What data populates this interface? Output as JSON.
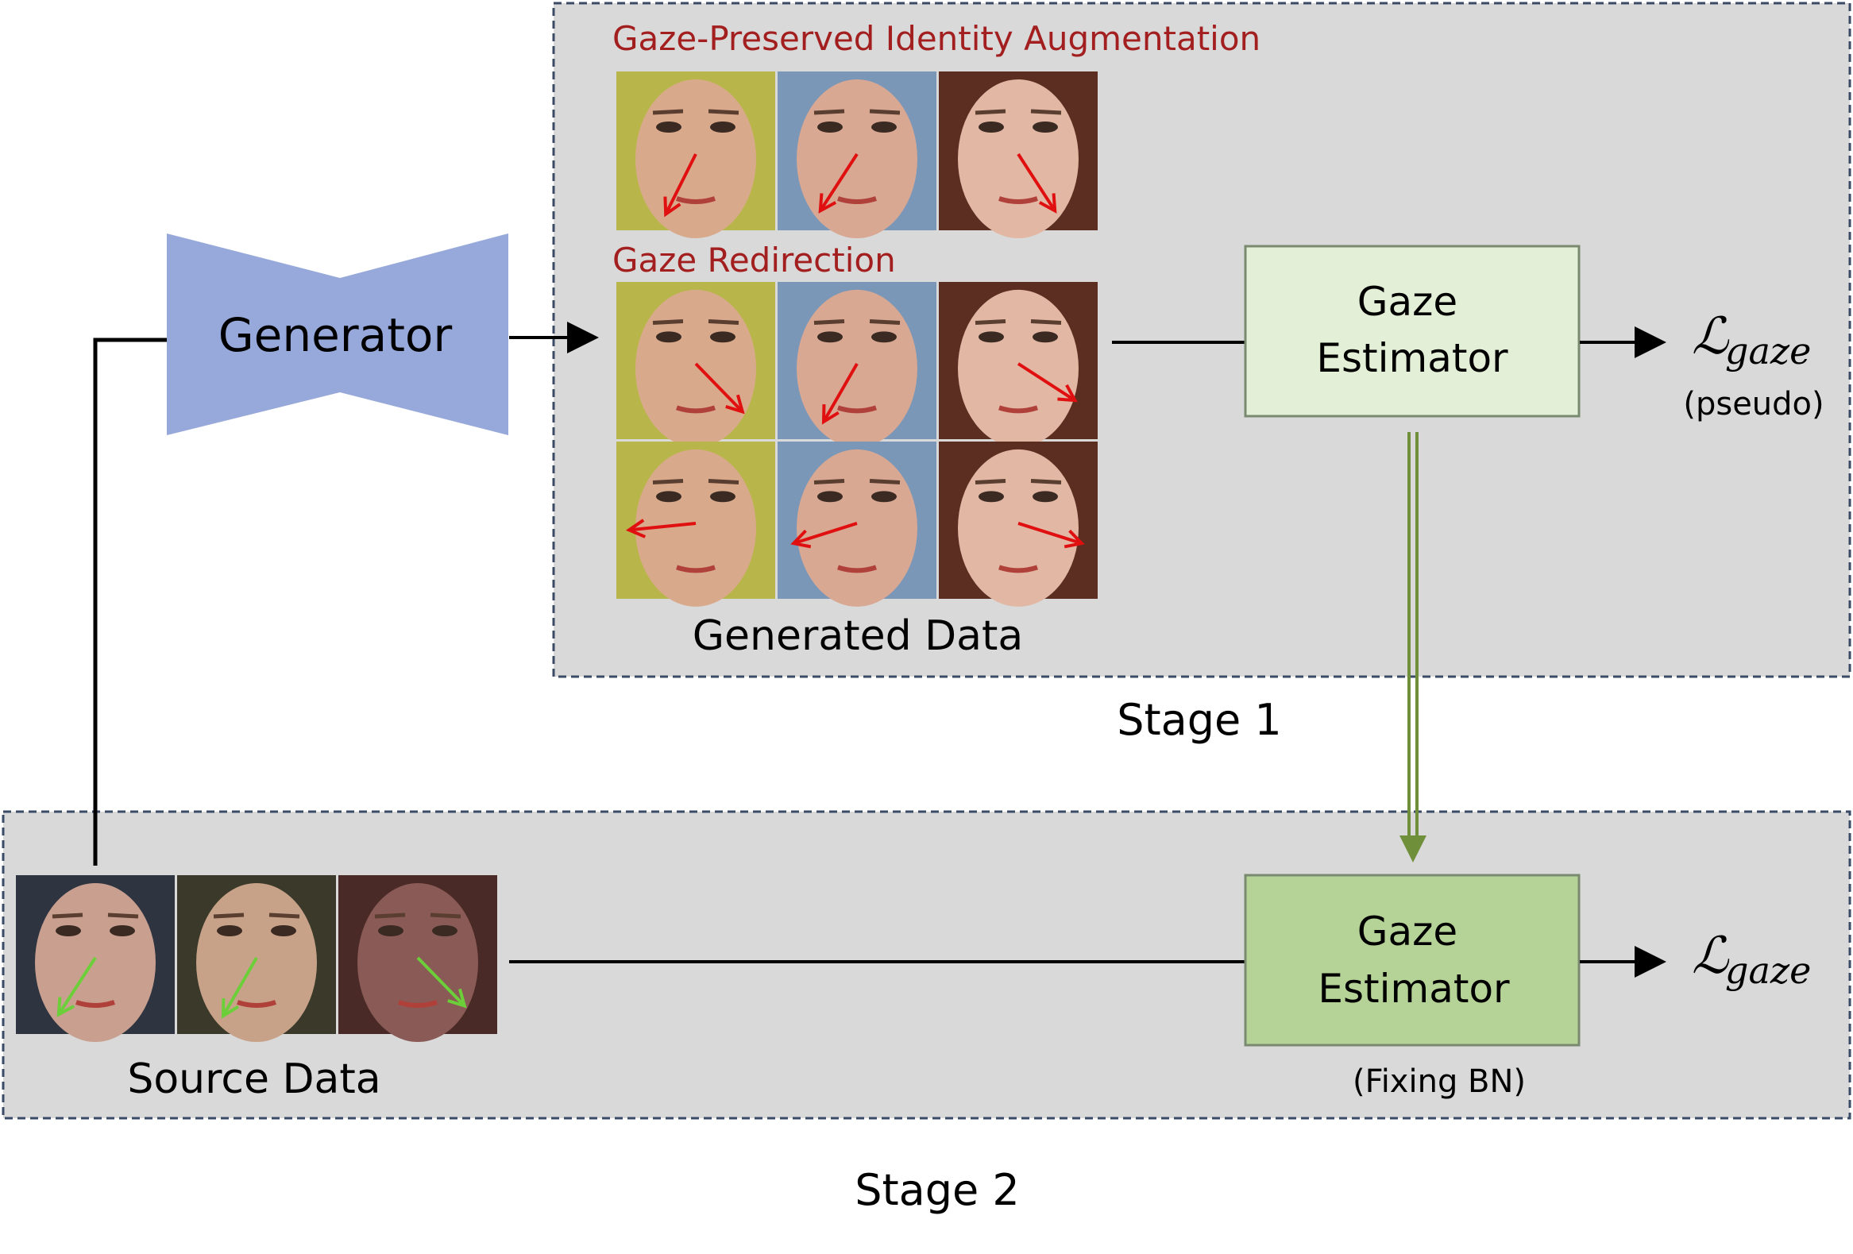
{
  "stage1": {
    "label": "Stage 1",
    "augment_title": "Gaze-Preserved Identity Augmentation",
    "redirect_title": "Gaze Redirection",
    "generated_label": "Generated Data"
  },
  "stage2": {
    "label": "Stage 2",
    "source_label": "Source Data",
    "fix_note": "(Fixing BN)"
  },
  "generator": {
    "label": "Generator"
  },
  "estimator_top": {
    "line1": "Gaze",
    "line2": "Estimator"
  },
  "estimator_bottom": {
    "line1": "Gaze",
    "line2": "Estimator"
  },
  "loss_top": {
    "symbol": "ℒ",
    "subscript": "gaze",
    "note": "(pseudo)"
  },
  "loss_bottom": {
    "symbol": "ℒ",
    "subscript": "gaze"
  },
  "colors": {
    "panel_fill": "#d9d9d9",
    "panel_border": "#3b4a66",
    "generator": "#97a8da",
    "estimator_top_fill": "#e3efd6",
    "estimator_bottom_fill": "#b5d297",
    "estimator_border": "#7a8a70",
    "share_arrow": "#6f8f3a",
    "title_red": "#a31e1e",
    "gaze_red": "#e01010",
    "gaze_green": "#6ccf3a"
  },
  "faces": {
    "augment_row": [
      {
        "name": "face-woman-a",
        "skin": "#d9a98c",
        "bg": "#b8b64a",
        "dir": [
          -0.45,
          0.9
        ]
      },
      {
        "name": "face-man",
        "skin": "#d8a893",
        "bg": "#7b97b8",
        "dir": [
          -0.55,
          0.85
        ]
      },
      {
        "name": "face-woman-b",
        "skin": "#e2b7a4",
        "bg": "#5c2e22",
        "dir": [
          0.55,
          0.85
        ]
      }
    ],
    "redirect_row1": [
      {
        "name": "face-woman-a",
        "skin": "#d9a98c",
        "bg": "#b8b64a",
        "dir": [
          0.7,
          0.72
        ]
      },
      {
        "name": "face-man",
        "skin": "#d8a893",
        "bg": "#7b97b8",
        "dir": [
          -0.5,
          0.87
        ]
      },
      {
        "name": "face-woman-b",
        "skin": "#e2b7a4",
        "bg": "#5c2e22",
        "dir": [
          0.85,
          0.55
        ]
      }
    ],
    "redirect_row2": [
      {
        "name": "face-woman-a",
        "skin": "#d9a98c",
        "bg": "#b8b64a",
        "dir": [
          -1,
          0.1
        ]
      },
      {
        "name": "face-man",
        "skin": "#d8a893",
        "bg": "#7b97b8",
        "dir": [
          -0.95,
          0.3
        ]
      },
      {
        "name": "face-woman-b",
        "skin": "#e2b7a4",
        "bg": "#5c2e22",
        "dir": [
          0.95,
          0.3
        ]
      }
    ],
    "source_row": [
      {
        "name": "face-source-a",
        "skin": "#c9a08f",
        "bg": "#2e3440",
        "dir": [
          -0.55,
          0.85
        ]
      },
      {
        "name": "face-source-b",
        "skin": "#c7a289",
        "bg": "#3b3a2a",
        "dir": [
          -0.5,
          0.87
        ]
      },
      {
        "name": "face-source-c",
        "skin": "#8a5a56",
        "bg": "#4a2a26",
        "dir": [
          0.7,
          0.72
        ]
      }
    ]
  }
}
